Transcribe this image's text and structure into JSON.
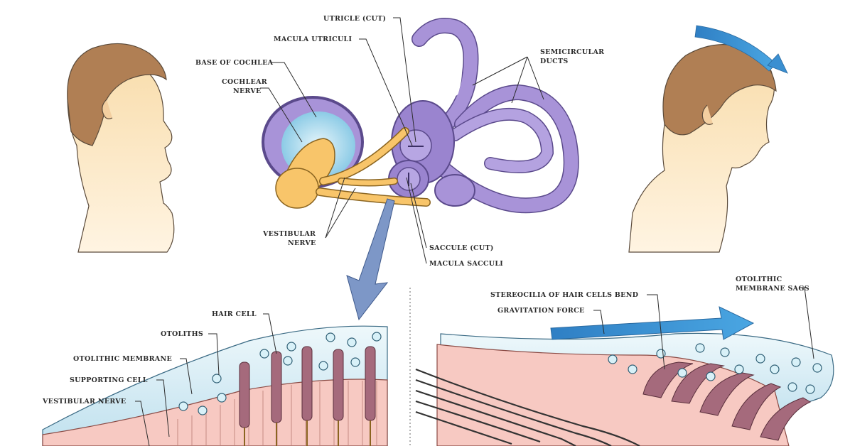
{
  "labels": {
    "utricle_cut": "UTRICLE (CUT)",
    "macula_utriculi": "MACULA UTRICULI",
    "base_of_cochlea": "BASE OF COCHLEA",
    "cochlear_nerve": [
      "COCHLEAR",
      "NERVE"
    ],
    "semicircular_ducts": [
      "SEMICIRCULAR",
      "DUCTS"
    ],
    "vestibular_nerve_top": [
      "VESTIBULAR",
      "NERVE"
    ],
    "saccule_cut": "SACCULE (CUT)",
    "macula_sacculi": "MACULA SACCULI",
    "hair_cell": "HAIR CELL",
    "otoliths": "OTOLITHS",
    "otolithic_membrane": "OTOLITHIC MEMBRANE",
    "supporting_cell": "SUPPORTING CELL",
    "vestibular_nerve_bottom": "VESTIBULAR NERVE",
    "stereocilia_bend": "STEREOCILIA OF HAIR CELLS BEND",
    "gravitation_force": "GRAVITATION FORCE",
    "otolithic_membrane_sags": [
      "OTOLITHIC",
      "MEMBRANE SAGS"
    ]
  },
  "colors": {
    "skin": "#f6d9a6",
    "hair": "#b07f54",
    "labyrinth": "#a893d8",
    "nerve": "#f8c56a",
    "cochlea_fluid": "#a9d8ec",
    "arrow_blue": "#3a8fd1",
    "membrane": "#d9eef6",
    "cells": "#f7c9c2",
    "hair_cell": "#a56a7c"
  }
}
